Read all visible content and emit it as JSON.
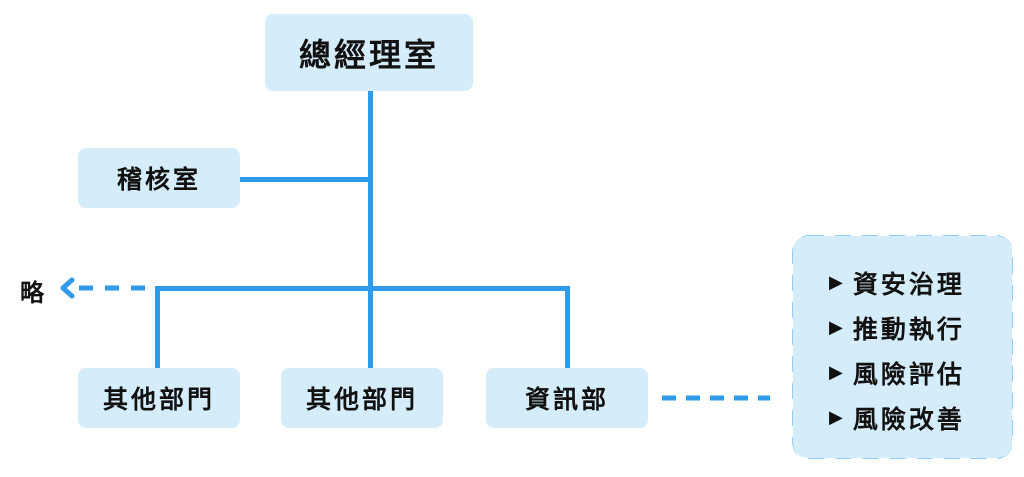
{
  "colors": {
    "line": "#2f9bea",
    "box_fill": "#d5edfa",
    "text": "#111111"
  },
  "nodes": {
    "top": "總經理室",
    "audit": "稽核室",
    "other1": "其他部門",
    "other2": "其他部門",
    "it": "資訊部"
  },
  "omitted_label": "略",
  "it_duties": [
    {
      "marker": "▶",
      "label": "資安治理"
    },
    {
      "marker": "▶",
      "label": "推動執行"
    },
    {
      "marker": "▶",
      "label": "風險評估"
    },
    {
      "marker": "▶",
      "label": "風險改善"
    }
  ]
}
